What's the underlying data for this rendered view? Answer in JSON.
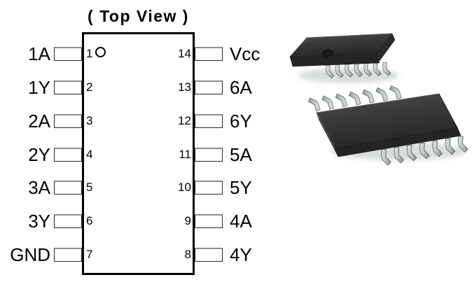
{
  "diagram": {
    "title": "( Top View )",
    "pins": {
      "left": [
        {
          "label": "1A",
          "number": "1"
        },
        {
          "label": "1Y",
          "number": "2"
        },
        {
          "label": "2A",
          "number": "3"
        },
        {
          "label": "2Y",
          "number": "4"
        },
        {
          "label": "3A",
          "number": "5"
        },
        {
          "label": "3Y",
          "number": "6"
        },
        {
          "label": "GND",
          "number": "7"
        }
      ],
      "right": [
        {
          "label": "Vcc",
          "number": "14"
        },
        {
          "label": "6A",
          "number": "13"
        },
        {
          "label": "6Y",
          "number": "12"
        },
        {
          "label": "5A",
          "number": "11"
        },
        {
          "label": "5Y",
          "number": "10"
        },
        {
          "label": "4A",
          "number": "9"
        },
        {
          "label": "4Y",
          "number": "8"
        }
      ]
    }
  },
  "package_render": {
    "type": "ic-package-3d-photo",
    "pins_per_side": 7,
    "colors": {
      "body": "#3a3a3a",
      "body_dark": "#242424",
      "pin_light": "#dfe3e3",
      "pin_mid": "#b7bdbd",
      "pin_dark": "#878d8d",
      "pin_stroke": "#565b5b"
    }
  },
  "colors": {
    "background": "#ffffff",
    "line": "#000000",
    "pin_box_top_edge": "#8e8e8e"
  }
}
